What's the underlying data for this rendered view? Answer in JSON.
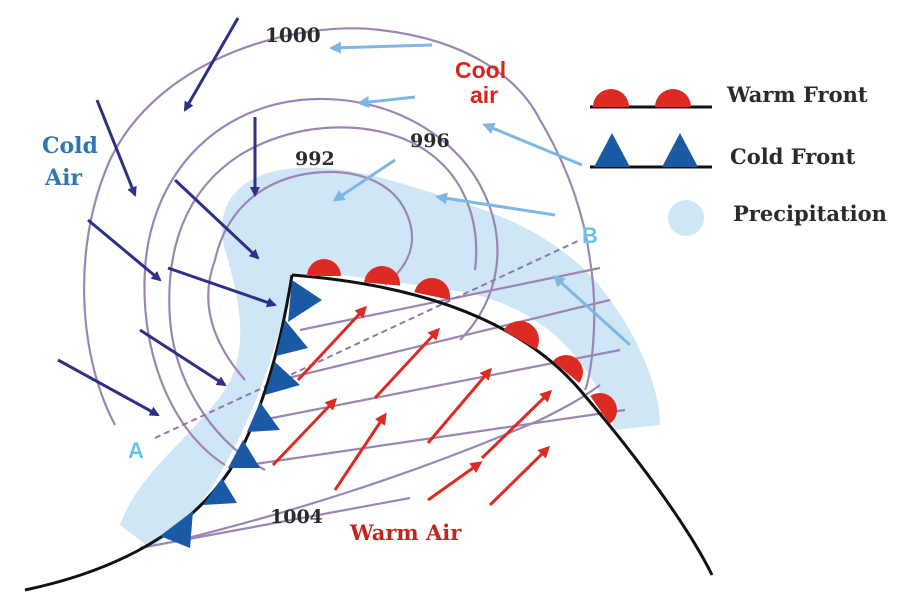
{
  "colors": {
    "precipitation": "#cfe6f7",
    "isobar": "#9b86b3",
    "cold_arrow": "#2f2f86",
    "cool_arrow": "#7db7e3",
    "warm_arrow": "#dd2a22",
    "cold_front_triangle": "#1a5aa4",
    "warm_front_semicircle": "#dd2a22",
    "section_line": "#8f78ab",
    "label_cold": "#2f78b4",
    "label_cool": "#d9231d",
    "label_warm": "#c0271f",
    "label_ab": "#6cc3e6",
    "text_dark": "#2b2b2b"
  },
  "labels": {
    "cold_air": [
      "Cold",
      "Air"
    ],
    "cool_air": [
      "Cool",
      "air"
    ],
    "warm_air": "Warm Air",
    "point_a": "A",
    "point_b": "B"
  },
  "isobars": {
    "i1000": "1000",
    "i992": "992",
    "i996": "996",
    "i1004": "1004"
  },
  "legend": {
    "warm_front": "Warm Front",
    "cold_front": "Cold Front",
    "precipitation": "Precipitation"
  },
  "icons": [
    "warm-front-symbol-icon",
    "cold-front-symbol-icon",
    "precipitation-dot-icon"
  ]
}
